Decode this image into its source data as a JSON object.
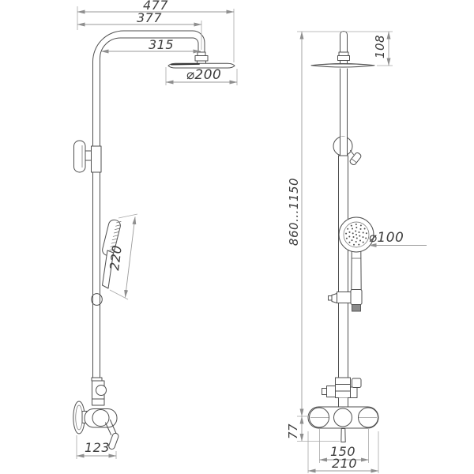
{
  "drawing": {
    "colors": {
      "background": "#ffffff",
      "object_line": "#4f4f4f",
      "dimension_line": "#9a9a9a",
      "text": "#3d3d3d",
      "hatch_fill": "#8a8a8a"
    },
    "side_view": {
      "dimensions": {
        "overall_width": "477",
        "arm_span": "377",
        "arm_length": "315",
        "rain_head_diameter": "⌀200",
        "hand_shower_length": "220",
        "mixer_depth": "123"
      }
    },
    "front_view": {
      "dimensions": {
        "head_offset": "108",
        "column_height_range": "860...1150",
        "hand_shower_diameter": "⌀100",
        "mixer_bottom_offset": "77",
        "connection_centers": "150",
        "mixer_width": "210"
      }
    }
  }
}
